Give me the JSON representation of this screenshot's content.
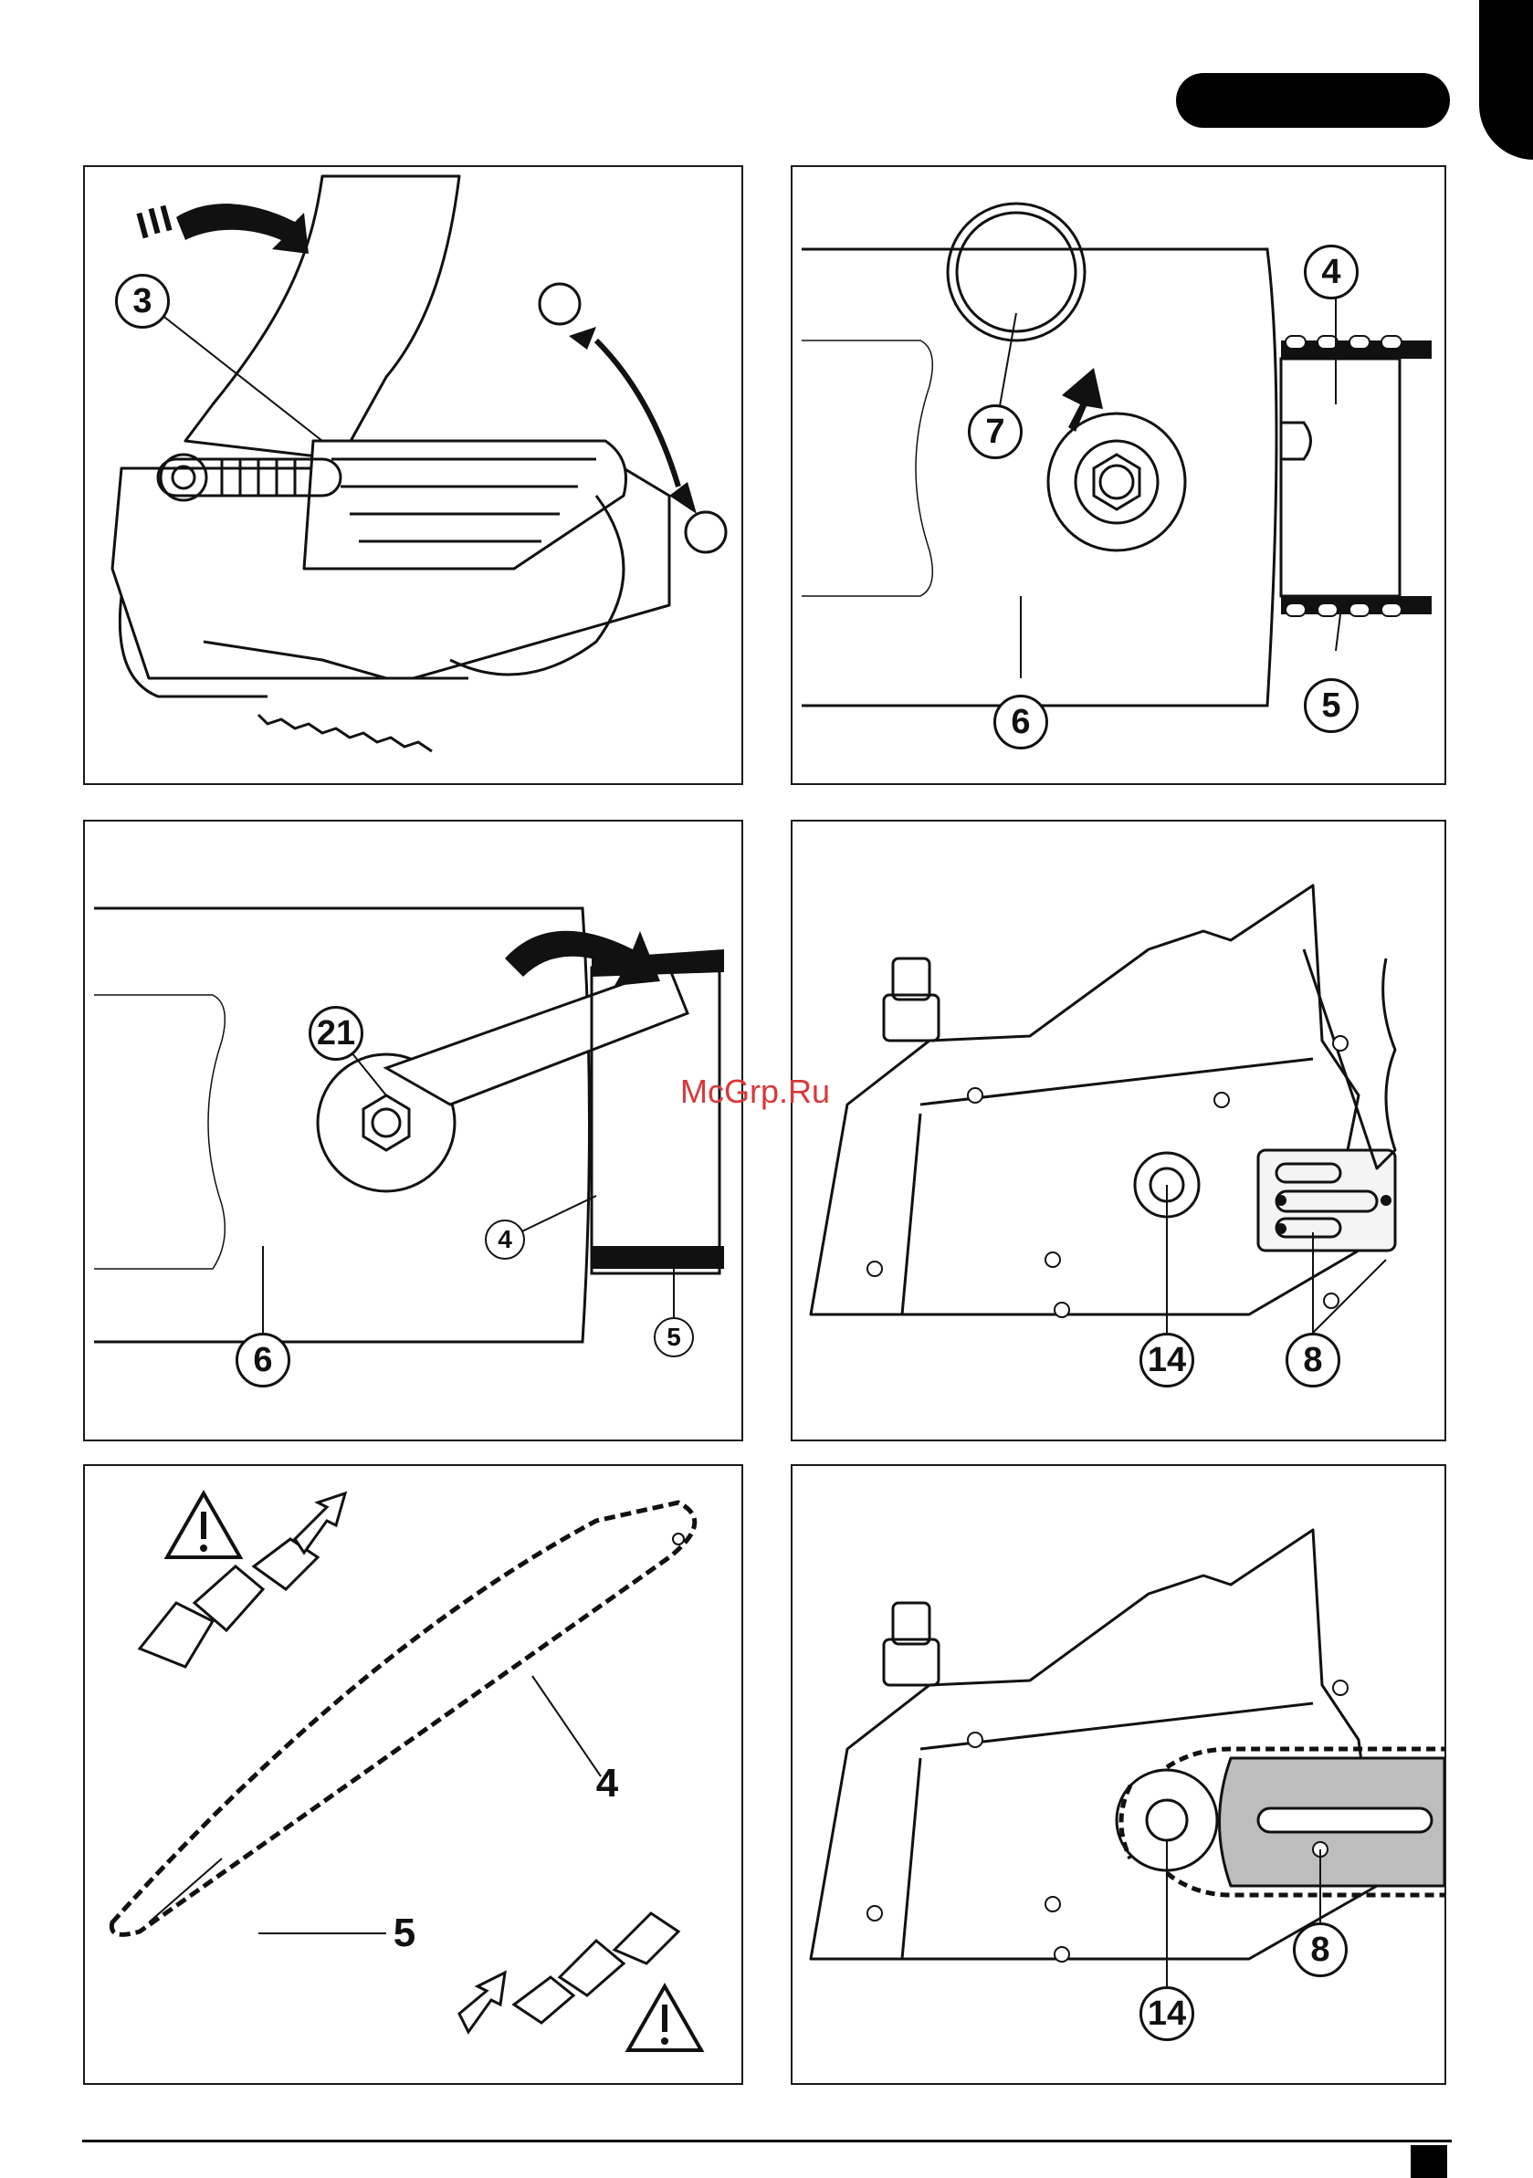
{
  "watermark": "McGrp.Ru",
  "panels": {
    "p1": {
      "callouts": [
        "3"
      ]
    },
    "p2": {
      "callouts": [
        "7",
        "6",
        "4",
        "5"
      ]
    },
    "p3": {
      "callouts": [
        "21",
        "4",
        "6",
        "5"
      ]
    },
    "p4": {
      "callouts": [
        "14",
        "8"
      ]
    },
    "p5": {
      "callouts": [
        "4",
        "5"
      ]
    },
    "p6": {
      "callouts": [
        "8",
        "14"
      ]
    }
  },
  "icons": [
    "warning-triangle-icon",
    "rotation-arrow-icon",
    "chain-link-icon",
    "direction-arrow-icon"
  ]
}
